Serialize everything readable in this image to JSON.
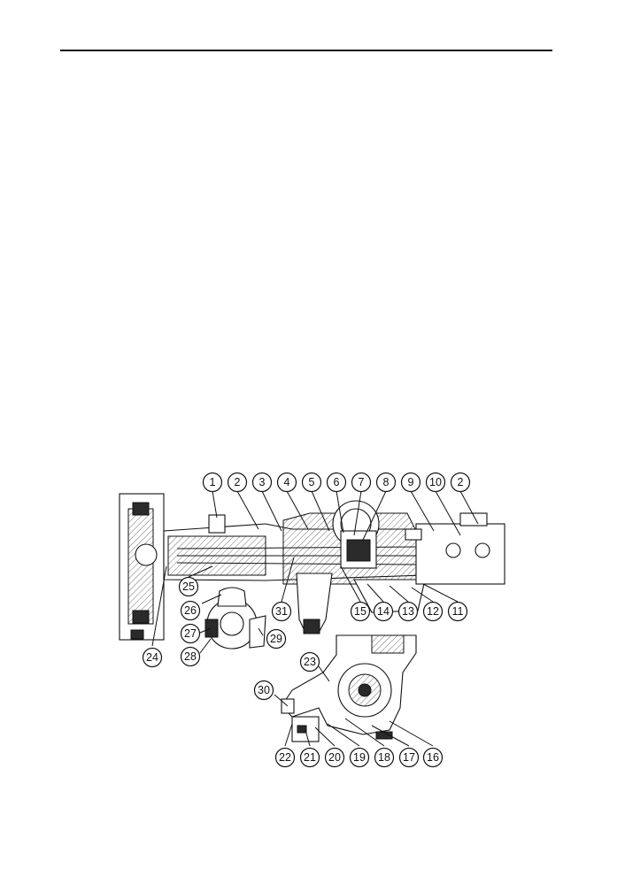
{
  "figure": {
    "callouts_top": [
      "1",
      "2",
      "3",
      "4",
      "5",
      "6",
      "7",
      "8",
      "9",
      "10",
      "2"
    ],
    "callouts_mid": [
      "25",
      "31",
      "15",
      "14",
      "13",
      "12",
      "11"
    ],
    "callouts_left": [
      "26",
      "27",
      "28",
      "29",
      "24"
    ],
    "callouts_detail": [
      "23",
      "30",
      "22",
      "21",
      "20",
      "19",
      "18",
      "17",
      "16"
    ]
  }
}
